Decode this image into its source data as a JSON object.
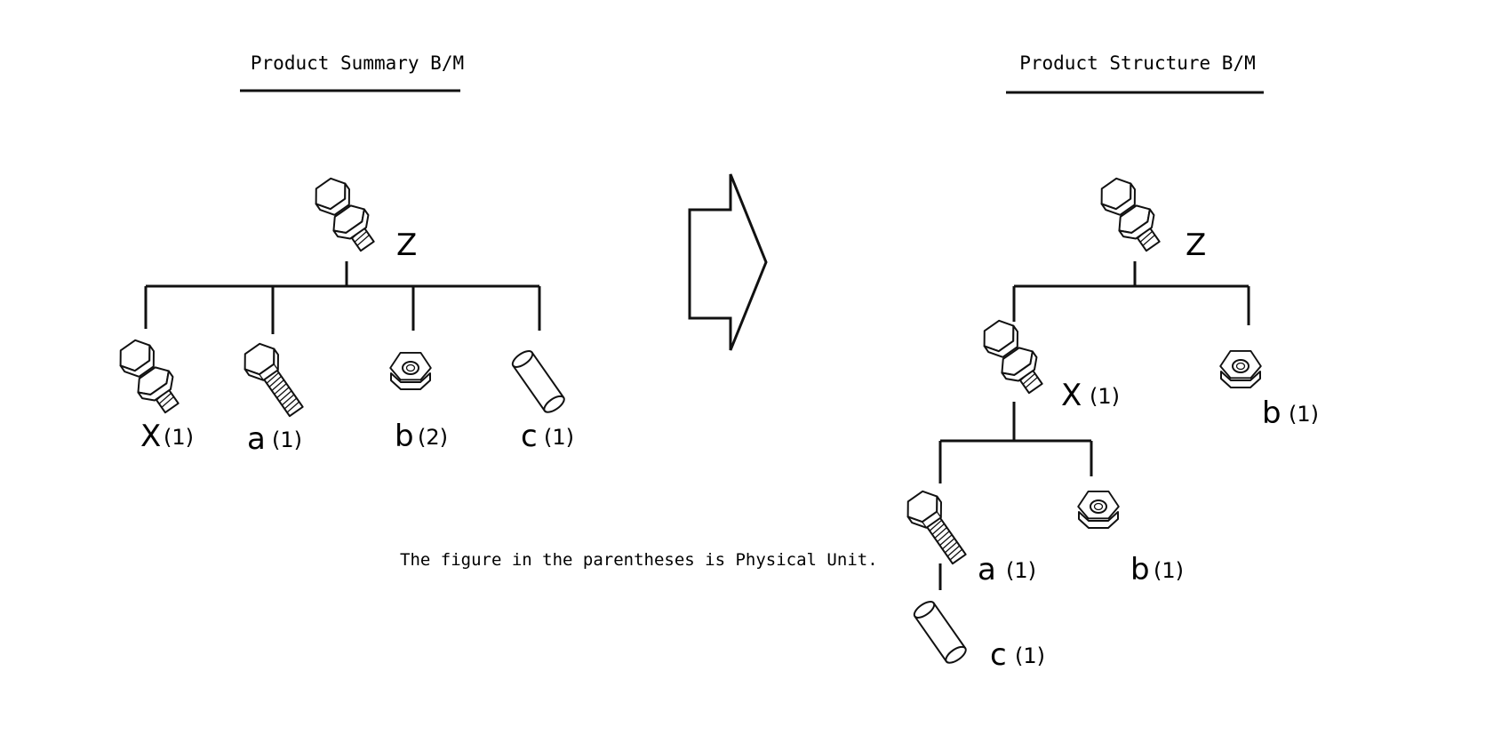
{
  "left": {
    "title": "Product Summary B/M",
    "root": {
      "letter": "Z",
      "qty": ""
    },
    "children": [
      {
        "letter": "X",
        "qty": "(1)",
        "icon": "assembly-icon"
      },
      {
        "letter": "a",
        "qty": "(1)",
        "icon": "bolt-icon"
      },
      {
        "letter": "b",
        "qty": "(2)",
        "icon": "nut-icon"
      },
      {
        "letter": "c",
        "qty": "(1)",
        "icon": "pin-icon"
      }
    ]
  },
  "right": {
    "title": "Product Structure B/M",
    "root": {
      "letter": "Z",
      "qty": ""
    },
    "x": {
      "letter": "X",
      "qty": "(1)",
      "icon": "assembly-icon"
    },
    "b_top": {
      "letter": "b",
      "qty": "(1)",
      "icon": "nut-icon"
    },
    "a": {
      "letter": "a",
      "qty": "(1)",
      "icon": "bolt-icon"
    },
    "b": {
      "letter": "b",
      "qty": "(1)",
      "icon": "nut-icon"
    },
    "c": {
      "letter": "c",
      "qty": "(1)",
      "icon": "pin-icon"
    }
  },
  "note": "The figure in the parentheses is Physical Unit.",
  "arrow_icon": "right-arrow-icon"
}
